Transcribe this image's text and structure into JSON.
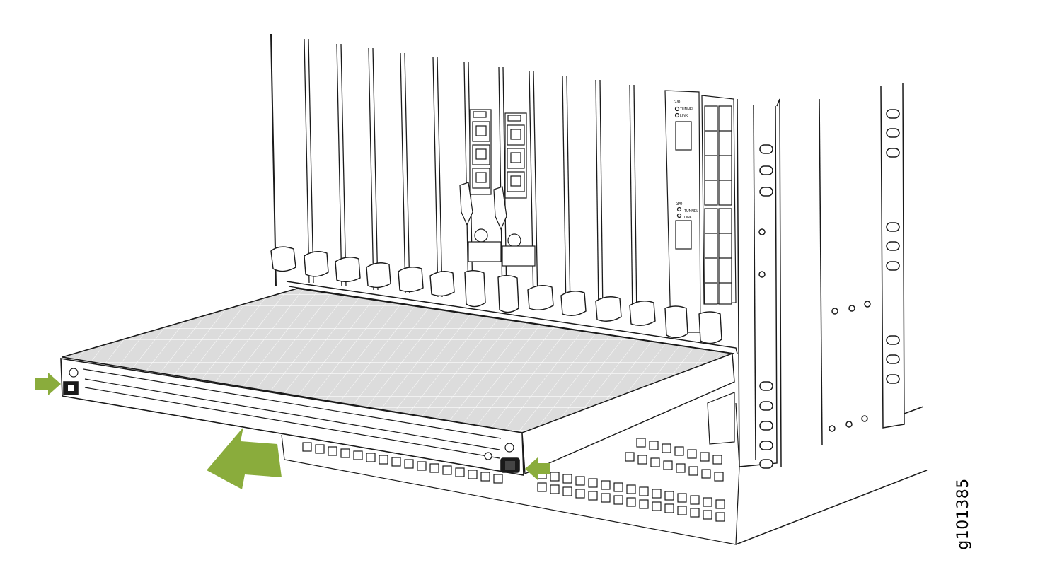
{
  "figure": {
    "id_label": "g101385"
  },
  "chassis": {
    "cards": [
      {
        "slot_label": "2/0",
        "leds": [
          "TUNNEL",
          "LINK"
        ]
      },
      {
        "slot_label": "3/0",
        "leds": [
          "TUNNEL",
          "LINK"
        ]
      }
    ]
  },
  "colors": {
    "arrow": "#8aac3c",
    "filter": "#d9d9d9",
    "line": "#1a1a1a"
  },
  "icons": [
    "removal-arrow-icon",
    "press-latch-arrow-icon",
    "latch-icon",
    "screw-icon",
    "ejector-lever-icon"
  ]
}
